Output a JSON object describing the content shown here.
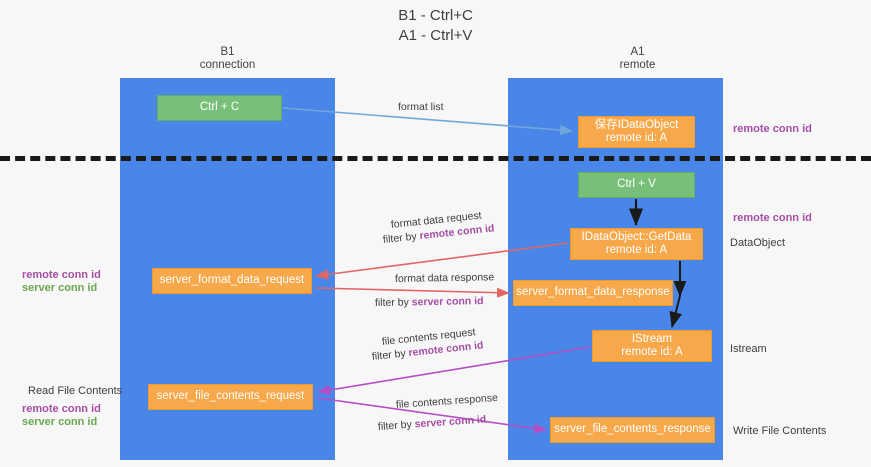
{
  "title": {
    "line1": "B1 - Ctrl+C",
    "line2": "A1 - Ctrl+V"
  },
  "lanes": [
    {
      "name": "B1",
      "sub": "connection",
      "color": "#4a86e8"
    },
    {
      "name": "A1",
      "sub": "remote",
      "color": "#4a86e8"
    }
  ],
  "boxes": {
    "ctrl_c": {
      "label": "Ctrl + C",
      "color": "#78c07a"
    },
    "save_dataobject": {
      "label": "保存IDataObject",
      "sub": "remote id: A",
      "color": "#f7a84a"
    },
    "ctrl_v": {
      "label": "Ctrl + V",
      "color": "#78c07a"
    },
    "getdata": {
      "label": "IDataObject::GetData",
      "sub": "remote id: A",
      "color": "#f7a84a"
    },
    "server_format_data_request": {
      "label": "server_format_data_request",
      "color": "#f7a84a"
    },
    "server_format_data_response": {
      "label": "server_format_data_response",
      "color": "#f7a84a"
    },
    "istream": {
      "label": "IStream",
      "sub": "remote id: A",
      "color": "#f7a84a"
    },
    "server_file_contents_request": {
      "label": "server_file_contents_request",
      "color": "#f7a84a"
    },
    "server_file_contents_response": {
      "label": "server_file_contents_response",
      "color": "#f7a84a"
    }
  },
  "edge_labels": {
    "format_list": "format list",
    "format_data_request": "format data request",
    "format_data_request_filter_prefix": "filter by ",
    "format_data_request_filter_key": "remote conn id",
    "format_data_response": "format data response",
    "format_data_response_filter_prefix": "filter by ",
    "format_data_response_filter_key": "server conn id",
    "file_contents_request": "file contents request",
    "file_contents_request_filter_prefix": "filter by ",
    "file_contents_request_filter_key": "remote conn id",
    "file_contents_response": "file contents response",
    "file_contents_response_filter_prefix": "filter by ",
    "file_contents_response_filter_key": "server conn id"
  },
  "annotations": {
    "right_remote_conn_id_top": "remote conn id",
    "right_remote_conn_id_mid": "remote conn id",
    "right_dataobject": "DataObject",
    "right_istream": "Istream",
    "right_write_file_contents": "Write File Contents",
    "left_remote_conn_id_top": "remote conn id",
    "left_server_conn_id_top": "server conn id",
    "left_read_file_contents": "Read File Contents",
    "left_remote_conn_id_bottom": "remote conn id",
    "left_server_conn_id_bottom": "server conn id"
  },
  "colors": {
    "lane": "#4a86e8",
    "orange": "#f7a84a",
    "green": "#78c07a",
    "purple": "#a64ea6",
    "green_text": "#6aa84f",
    "red_arrow": "#e06666",
    "purple_arrow": "#b54ec4",
    "blue_arrow": "#6fa8dc",
    "black": "#1a1a1a"
  }
}
